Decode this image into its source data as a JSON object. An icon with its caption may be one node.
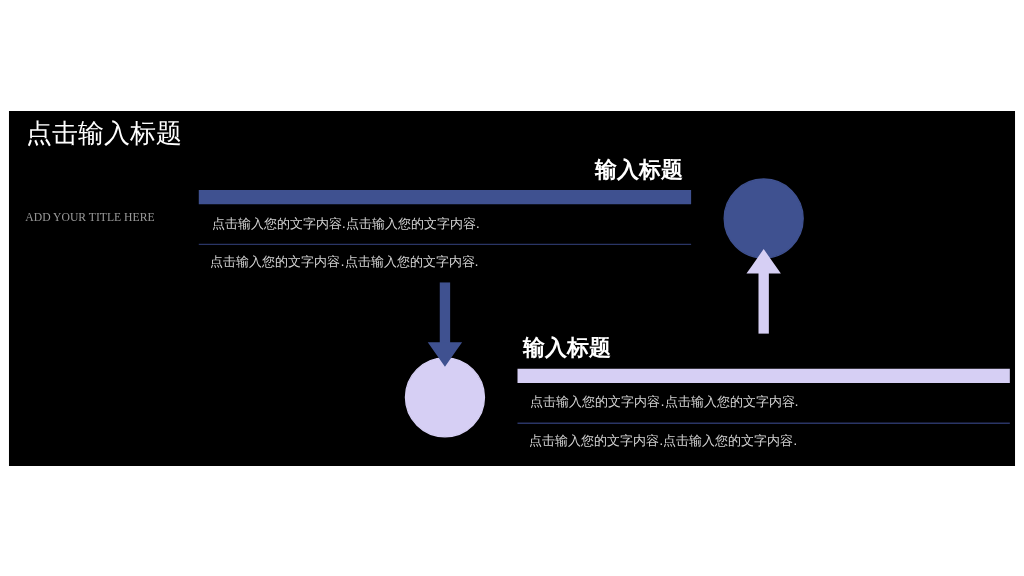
{
  "diagram": {
    "title": "点击输入标题",
    "nodes": [
      {
        "text": [
          "输入标题",
          "点击输入您的文字内容.点击输入您的文字内容.",
          "点击输入您的文字内容.点击输入您的文字内容."
        ]
      },
      {
        "text": [],
        "shape": "circle"
      },
      {
        "text": [],
        "shape": "circle"
      },
      {
        "text": [
          "输入标题",
          "点击输入您的文字内容.点击输入您的文字内容.",
          "点击输入您的文字内容.点击输入您的文字内容."
        ]
      }
    ],
    "edges": [
      {
        "from": 0,
        "to": 2,
        "arrow": "to",
        "color": "#3f5190"
      },
      {
        "from": 3,
        "to": 1,
        "arrow": "to",
        "color": "#d6cff4"
      }
    ],
    "labels": [
      "ADD YOUR TITLE HERE"
    ]
  }
}
